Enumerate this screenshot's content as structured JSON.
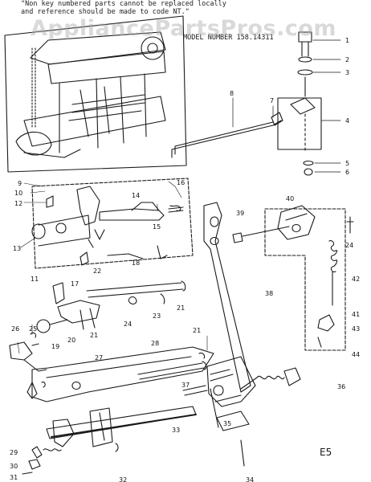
{
  "header_note": {
    "line1": "\"Non key numbered parts cannot be replaced locally",
    "line2": "and reference should be made to code NT.\""
  },
  "model_number": "MODEL NUMBER 158.14311",
  "watermark": "AppliancePartsPros.com",
  "figure_code": "E5",
  "part_numbers": [
    "1",
    "2",
    "3",
    "4",
    "5",
    "6",
    "7",
    "8",
    "9",
    "10",
    "11",
    "12",
    "13",
    "14",
    "15",
    "16",
    "17",
    "18",
    "19",
    "20",
    "21",
    "21",
    "21",
    "22",
    "23",
    "24",
    "24",
    "25",
    "26",
    "27",
    "28",
    "29",
    "30",
    "31",
    "32",
    "33",
    "34",
    "35",
    "36",
    "37",
    "38",
    "39",
    "40",
    "41",
    "42",
    "43",
    "44"
  ]
}
